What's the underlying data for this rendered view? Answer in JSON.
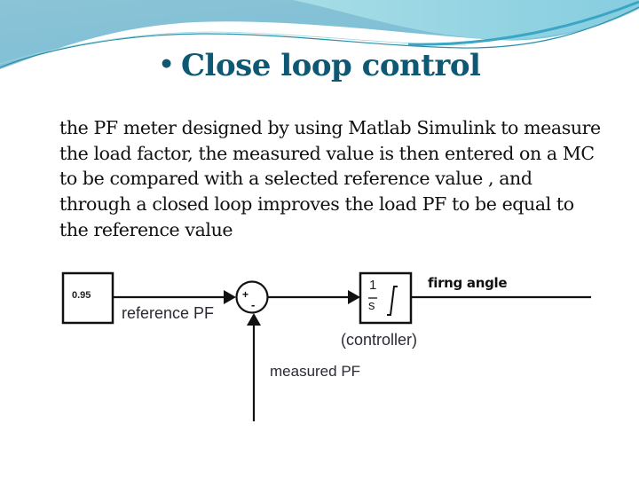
{
  "slide": {
    "title": "Close loop control",
    "bullet": "•",
    "title_color": "#0f5874",
    "body": "the PF meter designed by using Matlab Simulink to measure the load factor, the measured value is then entered on a MC to be compared with a selected reference value , and through a closed loop improves the load PF to be equal to the reference value"
  },
  "diagram": {
    "constant_block": {
      "value": "0.95"
    },
    "labels": {
      "reference": "reference PF",
      "controller": "(controller)",
      "measured": "measured PF",
      "output": "firng angle"
    },
    "sum_junction": {
      "plus": "+",
      "minus": "-"
    },
    "controller_block": {
      "numerator": "1",
      "denominator": "s"
    }
  }
}
